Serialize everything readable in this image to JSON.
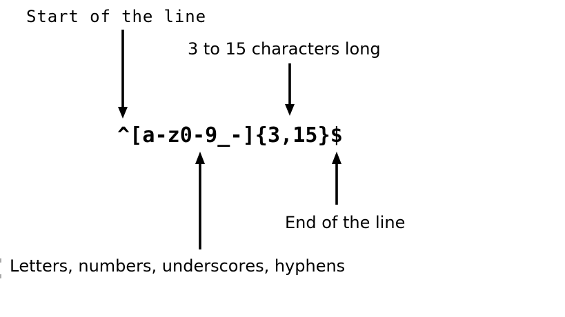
{
  "diagram": {
    "regex": "^[a-z0-9_-]{3,15}$",
    "labels": {
      "start_of_line": "Start of the line",
      "length": "3 to 15 characters long",
      "charset": "Letters, numbers, underscores, hyphens",
      "end_of_line": "End of the line"
    },
    "colors": {
      "text": "#000000",
      "arrow": "#000000",
      "background": "#ffffff"
    }
  }
}
